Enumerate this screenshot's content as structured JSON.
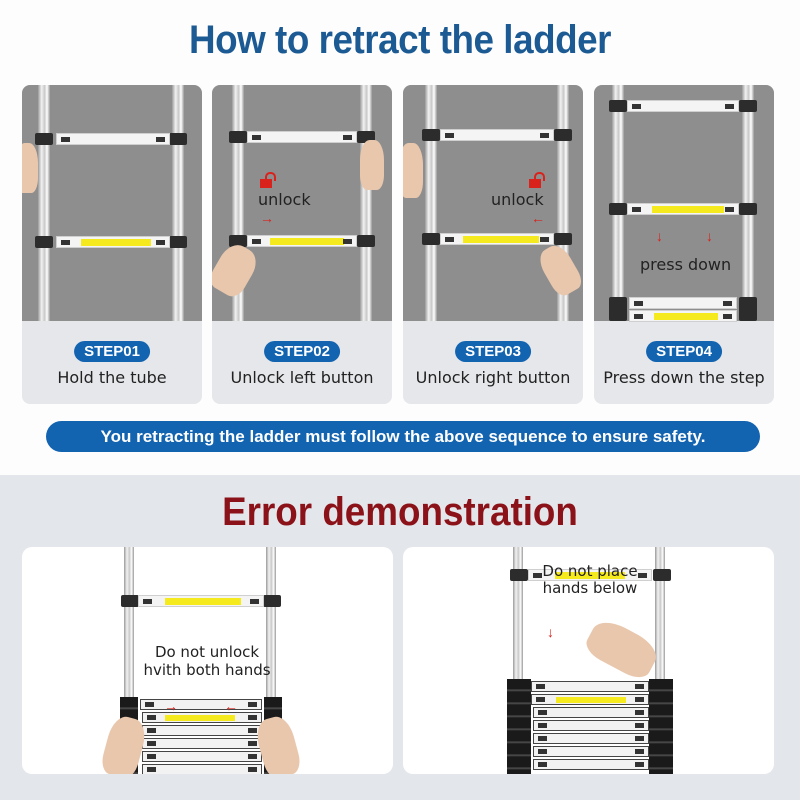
{
  "header": {
    "title": "How to retract the ladder"
  },
  "steps": [
    {
      "badge": "STEP01",
      "caption": "Hold the tube",
      "overlay": ""
    },
    {
      "badge": "STEP02",
      "caption": "Unlock left button",
      "overlay": "unlock",
      "arrow": "→"
    },
    {
      "badge": "STEP03",
      "caption": "Unlock right button",
      "overlay": "unlock",
      "arrow": "←"
    },
    {
      "badge": "STEP04",
      "caption": "Press down the step",
      "overlay": "press down",
      "arrow": "↓"
    }
  ],
  "banner": {
    "text": "You retracting the ladder must follow  the above sequence to ensure safety."
  },
  "error_section": {
    "title": "Error demonstration",
    "panels": [
      {
        "line1": "Do not unlock",
        "line2": "hvith both hands"
      },
      {
        "line1": "Do not place",
        "line2": "hands below"
      }
    ]
  },
  "colors": {
    "title_blue": "#1c5a94",
    "badge_blue": "#1263b0",
    "error_red": "#8b1218",
    "arrow_red": "#d9221c",
    "label_yellow": "#f5ea1e"
  }
}
